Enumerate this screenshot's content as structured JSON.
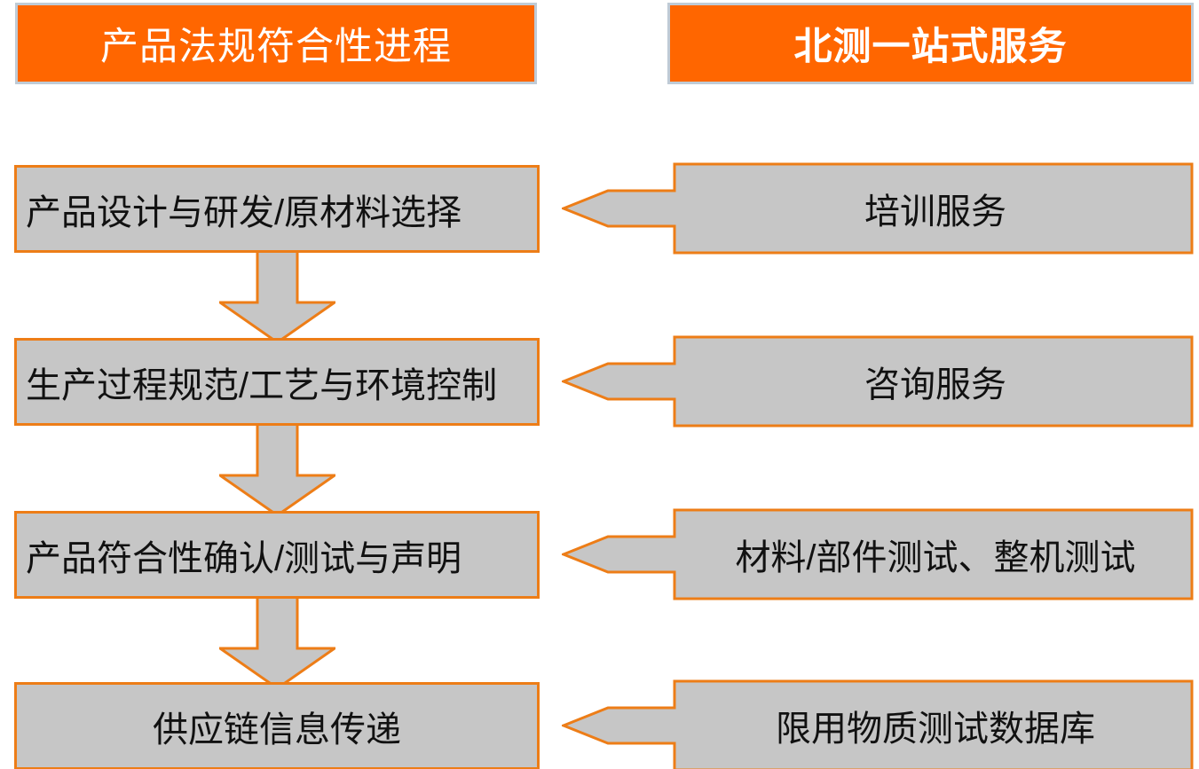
{
  "headers": {
    "left": "产品法规符合性进程",
    "right": "北测一站式服务"
  },
  "colors": {
    "accent_orange": "#FF6600",
    "shape_border_orange": "#ED7D17",
    "shape_fill_gray": "#C6C6C6",
    "banner_border_silver": "#BFCBD6",
    "text_dark": "#111111",
    "text_light": "#FFFFFF"
  },
  "process_steps": [
    {
      "label": "产品设计与研发/原材料选择",
      "align": "left"
    },
    {
      "label": "生产过程规范/工艺与环境控制",
      "align": "left"
    },
    {
      "label": "产品符合性确认/测试与声明",
      "align": "left"
    },
    {
      "label": "供应链信息传递",
      "align": "center"
    }
  ],
  "services": [
    {
      "label": "培训服务"
    },
    {
      "label": "咨询服务"
    },
    {
      "label": "材料/部件测试、整机测试"
    },
    {
      "label": "限用物质测试数据库"
    }
  ],
  "connectors": [
    {
      "name": "down-arrow-step1-to-step2"
    },
    {
      "name": "down-arrow-step2-to-step3"
    },
    {
      "name": "down-arrow-step3-to-step4"
    }
  ]
}
